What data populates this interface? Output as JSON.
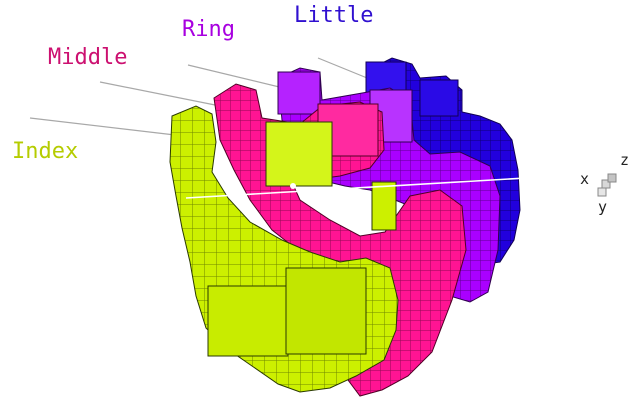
{
  "labels": {
    "index": "Index",
    "middle": "Middle",
    "ring": "Ring",
    "little": "Little"
  },
  "axes": {
    "x": "x",
    "y": "y",
    "z": "z"
  },
  "colors": {
    "index": "#ccf000",
    "middle": "#ff1493",
    "ring": "#aa00ff",
    "little": "#2200dd",
    "index_text": "#b5cc00",
    "middle_text": "#cc1070",
    "ring_text": "#a800e0",
    "little_text": "#3010d0"
  }
}
